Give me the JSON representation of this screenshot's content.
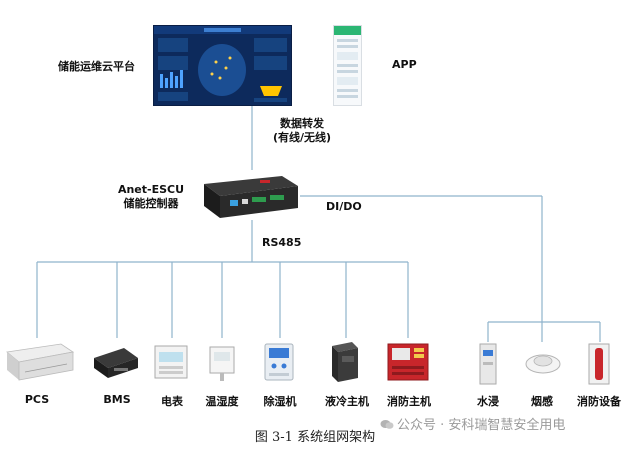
{
  "platform": {
    "label": "储能运维云平台"
  },
  "app": {
    "label": "APP"
  },
  "transfer": {
    "line1": "数据转发",
    "line2": "(有线/无线)"
  },
  "controller": {
    "model": "Anet-ESCU",
    "name": "储能控制器"
  },
  "bus": {
    "rs485": "RS485",
    "dido": "DI/DO"
  },
  "devices_rs485": [
    {
      "label": "PCS"
    },
    {
      "label": "BMS"
    },
    {
      "label": "电表"
    },
    {
      "label": "温湿度"
    },
    {
      "label": "除湿机"
    },
    {
      "label": "液冷主机"
    },
    {
      "label": "消防主机"
    }
  ],
  "devices_dido": [
    {
      "label": "水浸"
    },
    {
      "label": "烟感"
    },
    {
      "label": "消防设备"
    }
  ],
  "caption": "图 3-1 系统组网架构",
  "watermark": "公众号 · 安科瑞智慧安全用电",
  "colors": {
    "wire": "#8fb3cc",
    "platform_bg": "#0d2a5c",
    "device_red": "#c8262b"
  }
}
